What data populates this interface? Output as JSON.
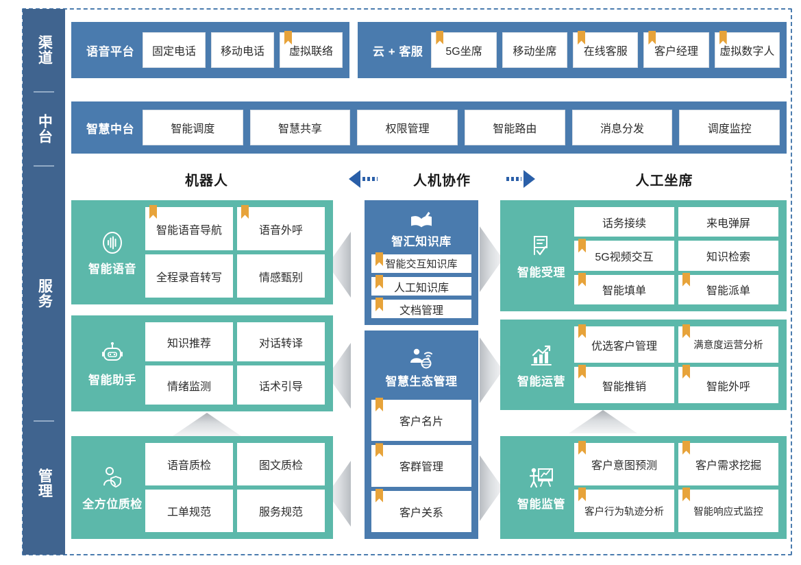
{
  "sidebar": {
    "segments": [
      {
        "label": "渠道"
      },
      {
        "label": "中台"
      },
      {
        "label": "服务"
      },
      {
        "label": "管理"
      }
    ]
  },
  "channel": {
    "groups": [
      {
        "title": "语音平台",
        "items": [
          {
            "label": "固定电话",
            "bookmark": false
          },
          {
            "label": "移动电话",
            "bookmark": false
          },
          {
            "label": "虚拟联络",
            "bookmark": true
          }
        ]
      },
      {
        "title": "云 + 客服",
        "items": [
          {
            "label": "5G坐席",
            "bookmark": true
          },
          {
            "label": "移动坐席",
            "bookmark": false
          },
          {
            "label": "在线客服",
            "bookmark": true
          },
          {
            "label": "客户经理",
            "bookmark": true
          },
          {
            "label": "虚拟数字人",
            "bookmark": true
          }
        ]
      }
    ]
  },
  "midplatform": {
    "title": "智慧中台",
    "items": [
      {
        "label": "智能调度"
      },
      {
        "label": "智慧共享"
      },
      {
        "label": "权限管理"
      },
      {
        "label": "智能路由"
      },
      {
        "label": "消息分发"
      },
      {
        "label": "调度监控"
      }
    ]
  },
  "headers": {
    "left": "机器人",
    "middle": "人机协作",
    "right": "人工坐席"
  },
  "left_column": [
    {
      "title": "智能语音",
      "icon": "voice-waveform-icon",
      "items": [
        {
          "label": "智能语音导航",
          "bookmark": true
        },
        {
          "label": "语音外呼",
          "bookmark": true
        },
        {
          "label": "全程录音转写",
          "bookmark": false
        },
        {
          "label": "情感甄别",
          "bookmark": false
        }
      ]
    },
    {
      "title": "智能助手",
      "icon": "robot-icon",
      "items": [
        {
          "label": "知识推荐",
          "bookmark": false
        },
        {
          "label": "对话转译",
          "bookmark": false
        },
        {
          "label": "情绪监测",
          "bookmark": false
        },
        {
          "label": "话术引导",
          "bookmark": false
        }
      ]
    },
    {
      "title": "全方位质检",
      "icon": "person-shield-icon",
      "items": [
        {
          "label": "语音质检",
          "bookmark": false
        },
        {
          "label": "图文质检",
          "bookmark": false
        },
        {
          "label": "工单规范",
          "bookmark": false
        },
        {
          "label": "服务规范",
          "bookmark": false
        }
      ]
    }
  ],
  "center_column": [
    {
      "title": "智汇知识库",
      "icon": "book-pen-icon",
      "items": [
        {
          "label": "智能交互知识库",
          "bookmark": true
        },
        {
          "label": "人工知识库",
          "bookmark": true
        },
        {
          "label": "文档管理",
          "bookmark": true
        }
      ]
    },
    {
      "title": "智慧生态管理",
      "icon": "person-network-icon",
      "items": [
        {
          "label": "客户名片",
          "bookmark": true
        },
        {
          "label": "客群管理",
          "bookmark": true
        },
        {
          "label": "客户关系",
          "bookmark": true
        }
      ]
    }
  ],
  "right_column": [
    {
      "title": "智能受理",
      "icon": "form-check-icon",
      "items": [
        {
          "label": "话务接续",
          "bookmark": false
        },
        {
          "label": "来电弹屏",
          "bookmark": false
        },
        {
          "label": "5G视频交互",
          "bookmark": true
        },
        {
          "label": "知识检索",
          "bookmark": false
        },
        {
          "label": "智能填单",
          "bookmark": true
        },
        {
          "label": "智能派单",
          "bookmark": true
        }
      ]
    },
    {
      "title": "智能运营",
      "icon": "chart-growth-icon",
      "items": [
        {
          "label": "优选客户管理",
          "bookmark": true
        },
        {
          "label": "满意度运营分析",
          "bookmark": true
        },
        {
          "label": "智能推销",
          "bookmark": true
        },
        {
          "label": "智能外呼",
          "bookmark": true
        }
      ]
    },
    {
      "title": "智能监管",
      "icon": "presentation-person-icon",
      "items": [
        {
          "label": "客户意图预测",
          "bookmark": true
        },
        {
          "label": "客户需求挖掘",
          "bookmark": true
        },
        {
          "label": "客户行为轨迹分析",
          "bookmark": true
        },
        {
          "label": "智能响应式监控",
          "bookmark": true
        }
      ]
    }
  ],
  "colors": {
    "sidebar_blue": "#40648F",
    "band_blue": "#4A7BAE",
    "service_teal": "#5CB8AA",
    "bookmark_orange": "#E7A33A",
    "arrow_blue": "#2A5FA8",
    "chevron_gray": "#c3c7cb"
  }
}
